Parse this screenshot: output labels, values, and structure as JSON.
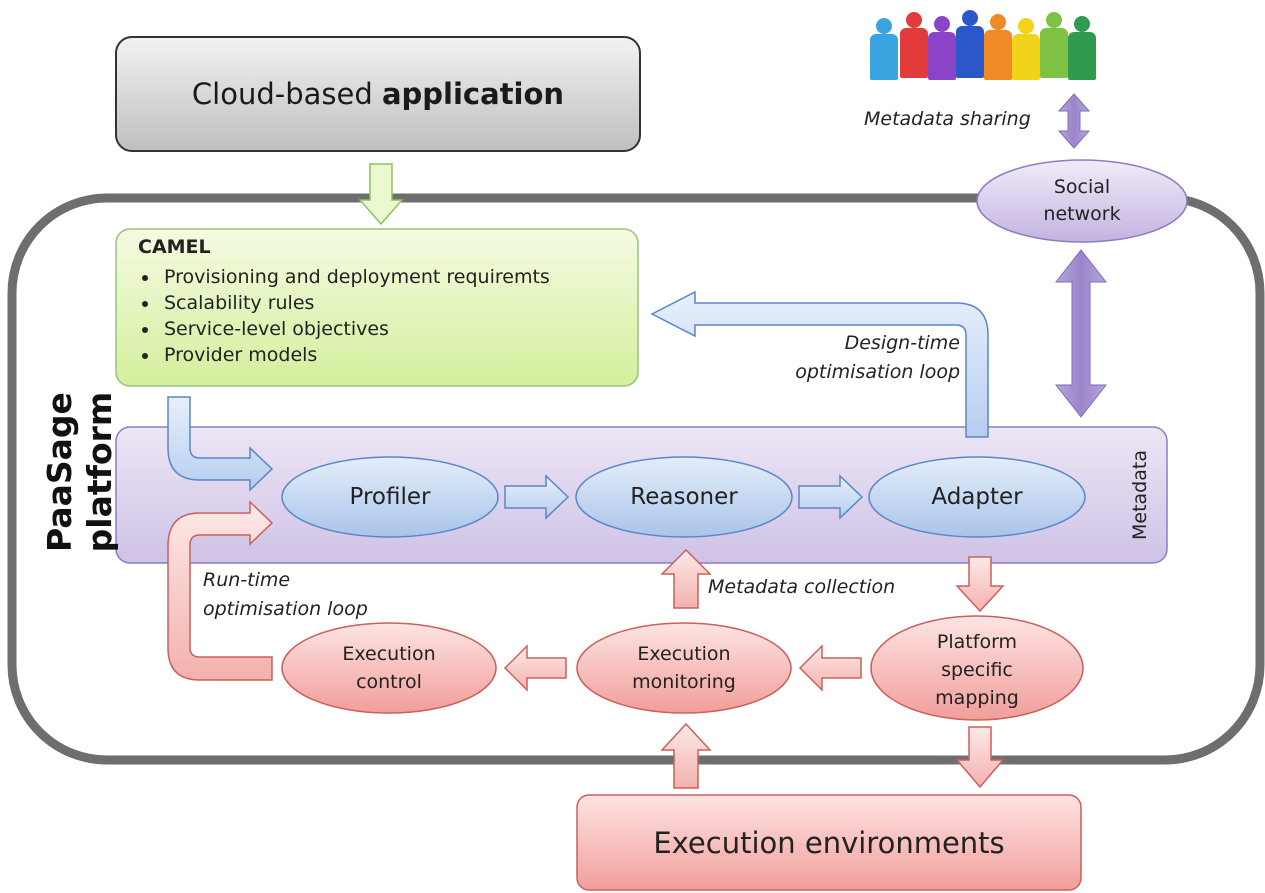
{
  "cloud_app": {
    "prefix": "Cloud-based ",
    "bold": "application"
  },
  "platform_label": "PaaSage platform",
  "metadata_label": "Metadata",
  "camel": {
    "title": "CAMEL",
    "items": [
      "Provisioning and deployment requiremts",
      "Scalability rules",
      "Service-level objectives",
      "Provider models"
    ]
  },
  "nodes": {
    "profiler": "Profiler",
    "reasoner": "Reasoner",
    "adapter": "Adapter",
    "social_network": "Social\nnetwork",
    "execution_control": "Execution\ncontrol",
    "execution_monitoring": "Execution\nmonitoring",
    "platform_mapping": "Platform\nspecific\nmapping",
    "execution_environments": "Execution environments"
  },
  "annotations": {
    "metadata_sharing": "Metadata sharing",
    "design_loop": "Design-time\noptimisation loop",
    "runtime_loop": "Run-time\noptimisation loop",
    "metadata_collection": "Metadata collection"
  },
  "colors": {
    "green_fill": "#e3f5b8",
    "green_stroke": "#93c47d",
    "blue_fill": "#c3d6f0",
    "blue_stroke": "#5b86c5",
    "red_fill": "#f7c2c0",
    "red_stroke": "#c9615b",
    "purple_fill": "#ddd3ec",
    "purple_stroke": "#8e7cc3"
  },
  "people_icon": "people-group-icon"
}
